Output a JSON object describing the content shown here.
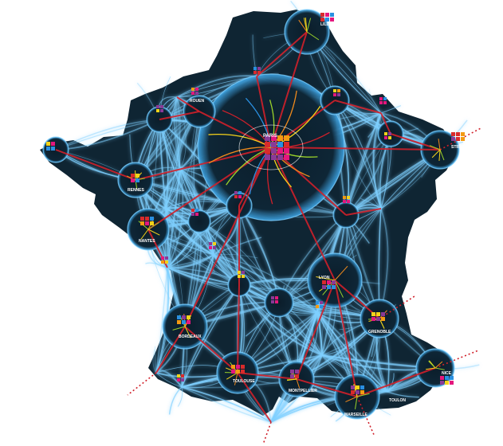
{
  "cities": [
    {
      "key": "paris",
      "label": "PARIS"
    },
    {
      "key": "lille",
      "label": "LILLE"
    },
    {
      "key": "strasbourg",
      "label": "STRASBOURG"
    },
    {
      "key": "rennes",
      "label": "RENNES"
    },
    {
      "key": "nantes",
      "label": "NANTES"
    },
    {
      "key": "lyon",
      "label": "LYON"
    },
    {
      "key": "grenoble",
      "label": "GRENOBLE"
    },
    {
      "key": "bordeaux",
      "label": "BORDEAUX"
    },
    {
      "key": "toulouse",
      "label": "TOULOUSE"
    },
    {
      "key": "montpellier",
      "label": "MONTPELLIER"
    },
    {
      "key": "marseille",
      "label": "MARSEILLE"
    },
    {
      "key": "toulon",
      "label": "TOULON"
    },
    {
      "key": "nice",
      "label": "NICE"
    },
    {
      "key": "rouen",
      "label": "ROUEN"
    }
  ],
  "colors": {
    "land": "#0f2533",
    "flows": "#7fd0ff",
    "rail": "#d0202a",
    "metro_green": "#9ad22a",
    "metro_orange": "#f08a1c",
    "metro_yellow": "#f5d21a",
    "square_magenta": "#e4177d",
    "square_purple": "#8a3a96",
    "square_blue": "#2a8fe0",
    "square_orange": "#f39a12",
    "square_yellow": "#f3d21a",
    "square_red": "#d92b2b"
  }
}
